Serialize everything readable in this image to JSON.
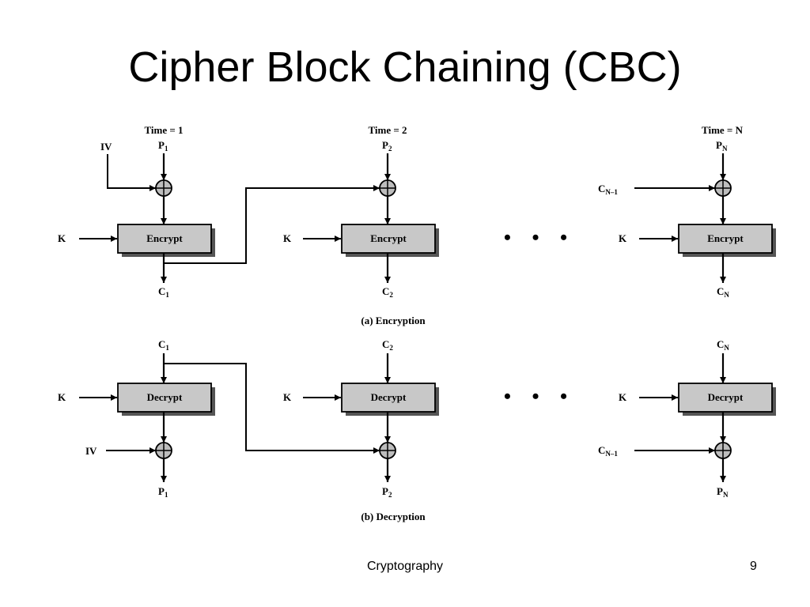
{
  "slide": {
    "title": "Cipher Block Chaining (CBC)",
    "footer": "Cryptography",
    "page_number": "9"
  },
  "diagram": {
    "encryption": {
      "caption": "(a) Encryption",
      "time_labels": [
        "Time = 1",
        "Time = 2",
        "Time = N"
      ],
      "plaintexts": [
        {
          "base": "P",
          "sub": "1"
        },
        {
          "base": "P",
          "sub": "2"
        },
        {
          "base": "P",
          "sub": "N"
        }
      ],
      "ciphertexts": [
        {
          "base": "C",
          "sub": "1"
        },
        {
          "base": "C",
          "sub": "2"
        },
        {
          "base": "C",
          "sub": "N"
        }
      ],
      "iv_label": "IV",
      "prev_label": {
        "base": "C",
        "sub": "N–1"
      },
      "key_label": "K",
      "box_label": "Encrypt"
    },
    "decryption": {
      "caption": "(b) Decryption",
      "ciphertexts": [
        {
          "base": "C",
          "sub": "1"
        },
        {
          "base": "C",
          "sub": "2"
        },
        {
          "base": "C",
          "sub": "N"
        }
      ],
      "plaintexts": [
        {
          "base": "P",
          "sub": "1"
        },
        {
          "base": "P",
          "sub": "2"
        },
        {
          "base": "P",
          "sub": "N"
        }
      ],
      "iv_label": "IV",
      "prev_label": {
        "base": "C",
        "sub": "N–1"
      },
      "key_label": "K",
      "box_label": "Decrypt"
    },
    "ellipsis": "• • •"
  }
}
